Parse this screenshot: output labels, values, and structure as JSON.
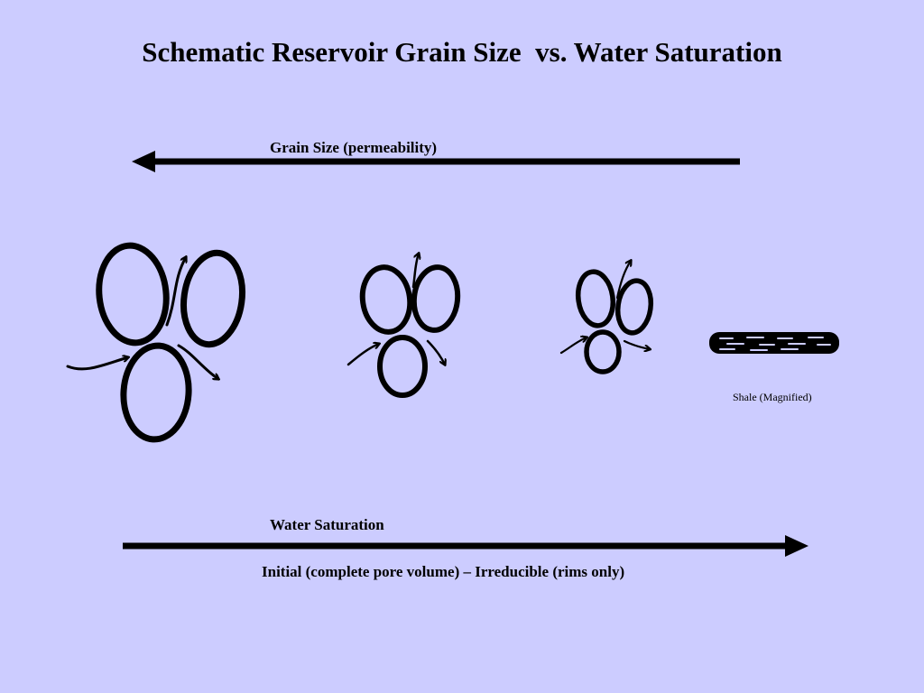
{
  "title": "Schematic Reservoir Grain Size  vs. Water Saturation",
  "grain_size_label": "Grain Size (permeability)",
  "water_saturation_label": "Water Saturation",
  "saturation_range_label": "Initial (complete pore volume) – Irreducible (rims only)",
  "shale_label": "Shale (Magnified)",
  "colors": {
    "background": "#ccccff",
    "ink": "#000000"
  }
}
